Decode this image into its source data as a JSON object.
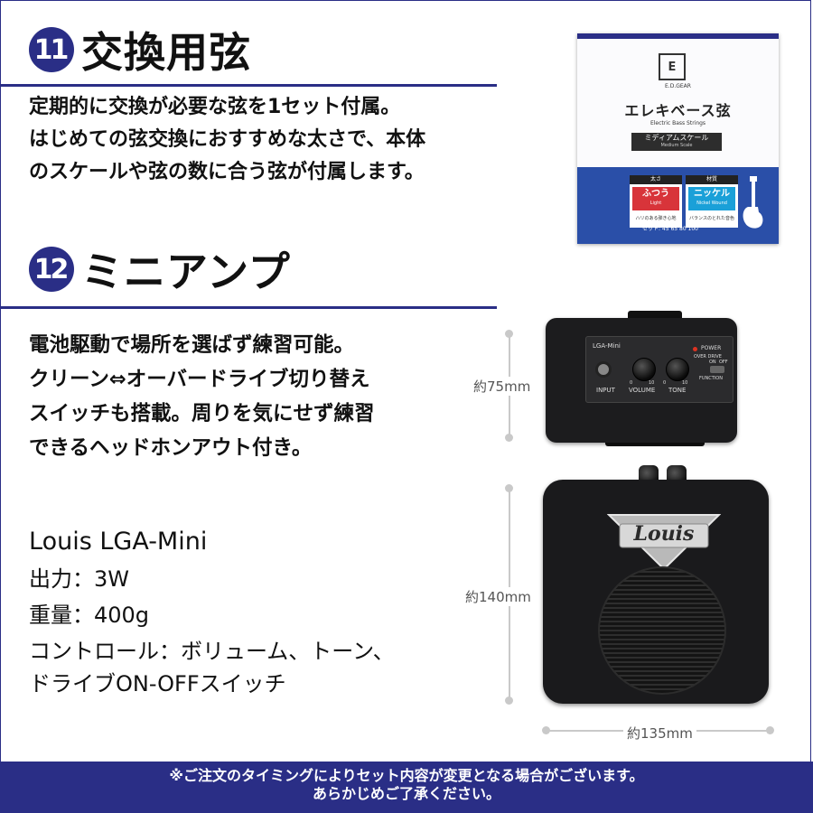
{
  "section11": {
    "number": "11",
    "title": "交換用弦",
    "lines": [
      "定期的に交換が必要な弦を1セット付属。",
      "はじめての弦交換におすすめな太さで、本体",
      "のスケールや弦の数に合う弦が付属します。"
    ]
  },
  "section12": {
    "number": "12",
    "title": "ミニアンプ",
    "lines": [
      "電池駆動で場所を選ばず練習可能。",
      "クリーン⇔オーバードライブ切り替え",
      "スイッチも搭載。周りを気にせず練習",
      "できるヘッドホンアウト付き。"
    ]
  },
  "package": {
    "brand": "E.D.GEAR",
    "title": "エレキベース弦",
    "subtitle": "Electric Bass Strings",
    "scale_jp": "ミディアムスケール",
    "scale_en": "Medium Scale",
    "thickness_label": "太さ",
    "thickness_value": "ふつう",
    "thickness_en": "Light",
    "thickness_note": "ハリのある弾き心地",
    "material_label": "材質",
    "material_value": "ニッケル",
    "material_en": "Nickel Wound",
    "material_note": "バランスのとれた音色",
    "gauge": "セット: 45 65 80 100"
  },
  "amp_panel": {
    "model": "LGA-Mini",
    "power": "POWER",
    "input": "INPUT",
    "volume": "VOLUME",
    "tone": "TONE",
    "overdrive": "OVER DRIVE",
    "on": "ON",
    "off": "OFF",
    "function": "FUNCTION",
    "min": "0",
    "max": "10"
  },
  "amp_logo": "Louis",
  "dimensions": {
    "top_height": "約75mm",
    "front_height": "約140mm",
    "width": "約135mm"
  },
  "specs": {
    "name": "Louis LGA-Mini",
    "output": "出力：3W",
    "weight": "重量：400g",
    "controls_1": "コントロール：ボリューム、トーン、",
    "controls_2": "ドライブON-OFFスイッチ"
  },
  "footer": {
    "line1": "※ご注文のタイミングによりセット内容が変更となる場合がございます。",
    "line2": "あらかじめご了承ください。"
  },
  "colors": {
    "navy": "#2a2e86",
    "blue": "#2a4fa8",
    "red": "#d8343a",
    "cyan": "#1aa0d8"
  }
}
